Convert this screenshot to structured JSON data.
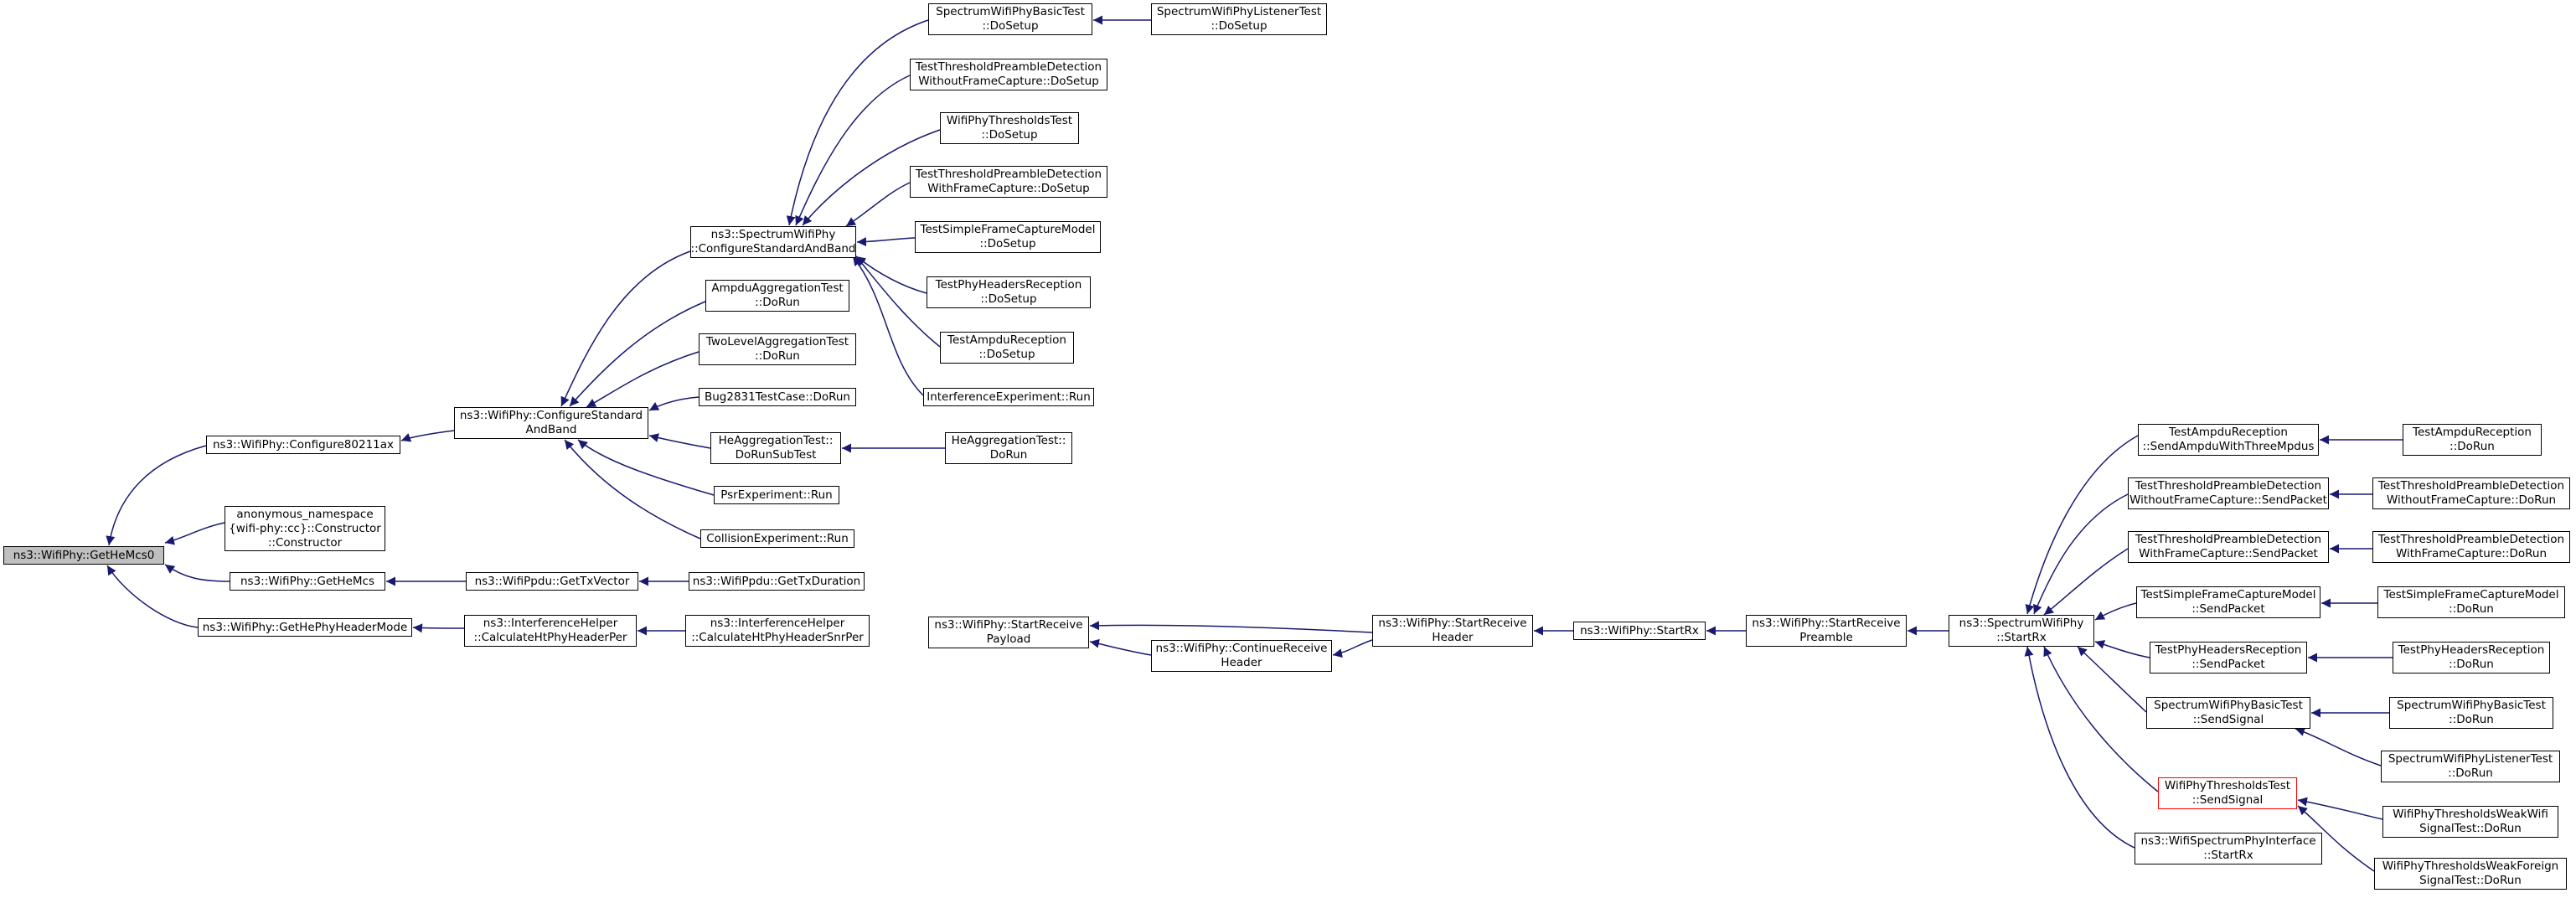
{
  "title": "",
  "colors": {
    "edge": "#191970",
    "box_border": "#000000",
    "root_fill": "#bfbfbf",
    "highlight_border": "#ff0000"
  },
  "nodes": {
    "n_root": {
      "lines": [
        "ns3::WifiPhy::GetHeMcs0"
      ]
    },
    "n_cfg80211ax": {
      "lines": [
        "ns3::WifiPhy::Configure80211ax"
      ]
    },
    "n_anon": {
      "lines": [
        "anonymous_namespace",
        "{wifi-phy::cc}::Constructor",
        "::Constructor"
      ]
    },
    "n_getHeMcs": {
      "lines": [
        "ns3::WifiPhy::GetHeMcs"
      ]
    },
    "n_getHePhyHdr": {
      "lines": [
        "ns3::WifiPhy::GetHePhyHeaderMode"
      ]
    },
    "n_cfgStdBand": {
      "lines": [
        "ns3::WifiPhy::ConfigureStandard",
        "AndBand"
      ]
    },
    "n_getTxVector": {
      "lines": [
        "ns3::WifiPpdu::GetTxVector"
      ]
    },
    "n_calcHtPhyHdrPer": {
      "lines": [
        "ns3::InterferenceHelper",
        "::CalculateHtPhyHeaderPer"
      ]
    },
    "n_getTxDuration": {
      "lines": [
        "ns3::WifiPpdu::GetTxDuration"
      ]
    },
    "n_calcHtPhyHdrSnrPer": {
      "lines": [
        "ns3::InterferenceHelper",
        "::CalculateHtPhyHeaderSnrPer"
      ]
    },
    "n_specCfgStdBand": {
      "lines": [
        "ns3::SpectrumWifiPhy",
        "::ConfigureStandardAndBand"
      ]
    },
    "n_ampduAggTest": {
      "lines": [
        "AmpduAggregationTest",
        "::DoRun"
      ]
    },
    "n_twoLevelAgg": {
      "lines": [
        "TwoLevelAggregationTest",
        "::DoRun"
      ]
    },
    "n_bug2831": {
      "lines": [
        "Bug2831TestCase::DoRun"
      ]
    },
    "n_heAggSub": {
      "lines": [
        "HeAggregationTest::",
        "DoRunSubTest"
      ]
    },
    "n_psrExp": {
      "lines": [
        "PsrExperiment::Run"
      ]
    },
    "n_collExp": {
      "lines": [
        "CollisionExperiment::Run"
      ]
    },
    "n_heAggDoRun": {
      "lines": [
        "HeAggregationTest::",
        "DoRun"
      ]
    },
    "n_specBasicSetup": {
      "lines": [
        "SpectrumWifiPhyBasicTest",
        "::DoSetup"
      ]
    },
    "n_specListenerSetup": {
      "lines": [
        "SpectrumWifiPhyListenerTest",
        "::DoSetup"
      ]
    },
    "n_thrPreNoCapSetup": {
      "lines": [
        "TestThresholdPreambleDetection",
        "WithoutFrameCapture::DoSetup"
      ]
    },
    "n_thrTestSetup": {
      "lines": [
        "WifiPhyThresholdsTest",
        "::DoSetup"
      ]
    },
    "n_thrPreCapSetup": {
      "lines": [
        "TestThresholdPreambleDetection",
        "WithFrameCapture::DoSetup"
      ]
    },
    "n_simpleCapSetup": {
      "lines": [
        "TestSimpleFrameCaptureModel",
        "::DoSetup"
      ]
    },
    "n_phyHdrRecSetup": {
      "lines": [
        "TestPhyHeadersReception",
        "::DoSetup"
      ]
    },
    "n_ampduRecSetup": {
      "lines": [
        "TestAmpduReception",
        "::DoSetup"
      ]
    },
    "n_interfExp": {
      "lines": [
        "InterferenceExperiment::Run"
      ]
    },
    "n_startRecvPayload": {
      "lines": [
        "ns3::WifiPhy::StartReceive",
        "Payload"
      ]
    },
    "n_contRecvHeader": {
      "lines": [
        "ns3::WifiPhy::ContinueReceive",
        "Header"
      ]
    },
    "n_startRecvHeader": {
      "lines": [
        "ns3::WifiPhy::StartReceive",
        "Header"
      ]
    },
    "n_startRx": {
      "lines": [
        "ns3::WifiPhy::StartRx"
      ]
    },
    "n_startRecvPreamble": {
      "lines": [
        "ns3::WifiPhy::StartReceive",
        "Preamble"
      ]
    },
    "n_specStartRx": {
      "lines": [
        "ns3::SpectrumWifiPhy",
        "::StartRx"
      ]
    },
    "n_ampduRecSend": {
      "lines": [
        "TestAmpduReception",
        "::SendAmpduWithThreeMpdus"
      ]
    },
    "n_thrPreNoCapSend": {
      "lines": [
        "TestThresholdPreambleDetection",
        "WithoutFrameCapture::SendPacket"
      ]
    },
    "n_thrPreCapSend": {
      "lines": [
        "TestThresholdPreambleDetection",
        "WithFrameCapture::SendPacket"
      ]
    },
    "n_simpleCapSend": {
      "lines": [
        "TestSimpleFrameCaptureModel",
        "::SendPacket"
      ]
    },
    "n_phyHdrRecSend": {
      "lines": [
        "TestPhyHeadersReception",
        "::SendPacket"
      ]
    },
    "n_specBasicSend": {
      "lines": [
        "SpectrumWifiPhyBasicTest",
        "::SendSignal"
      ]
    },
    "n_thrTestSend": {
      "lines": [
        "WifiPhyThresholdsTest",
        "::SendSignal"
      ]
    },
    "n_specPhyIfStartRx": {
      "lines": [
        "ns3::WifiSpectrumPhyInterface",
        "::StartRx"
      ]
    },
    "n_ampduRecRun": {
      "lines": [
        "TestAmpduReception",
        "::DoRun"
      ]
    },
    "n_thrPreNoCapRun": {
      "lines": [
        "TestThresholdPreambleDetection",
        "WithoutFrameCapture::DoRun"
      ]
    },
    "n_thrPreCapRun": {
      "lines": [
        "TestThresholdPreambleDetection",
        "WithFrameCapture::DoRun"
      ]
    },
    "n_simpleCapRun": {
      "lines": [
        "TestSimpleFrameCaptureModel",
        "::DoRun"
      ]
    },
    "n_phyHdrRecRun": {
      "lines": [
        "TestPhyHeadersReception",
        "::DoRun"
      ]
    },
    "n_specBasicRun": {
      "lines": [
        "SpectrumWifiPhyBasicTest",
        "::DoRun"
      ]
    },
    "n_specListenerRun": {
      "lines": [
        "SpectrumWifiPhyListenerTest",
        "::DoRun"
      ]
    },
    "n_thrWeakWifi": {
      "lines": [
        "WifiPhyThresholdsWeakWifi",
        "SignalTest::DoRun"
      ]
    },
    "n_thrWeakForeign": {
      "lines": [
        "WifiPhyThresholdsWeakForeign",
        "SignalTest::DoRun"
      ]
    }
  }
}
